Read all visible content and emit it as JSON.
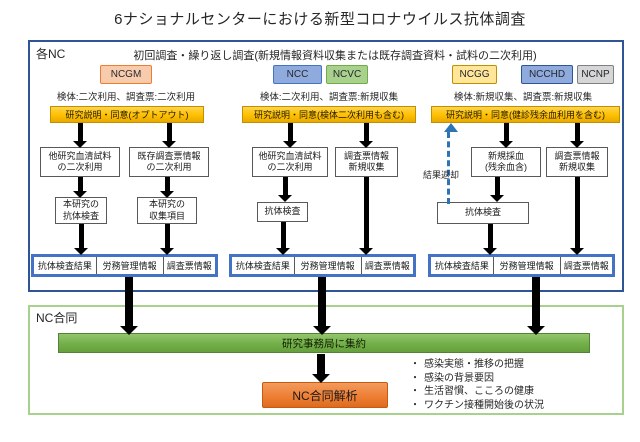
{
  "title": "6ナショナルセンターにおける新型コロナウイルス抗体調査",
  "colors": {
    "each_nc_border": "#2F5597",
    "joint_border": "#A9D18E",
    "consent_bar": "#FFC000",
    "summary_border": "#4472C4",
    "aggregate_bar": "#70AD47",
    "analysis_box": "#ED7D31",
    "feedback_arrow": "#2E74B5",
    "arrow": "#000000",
    "badge_ncgm": "#F8CBAD",
    "badge_ncc": "#8FAADC",
    "badge_ncvc": "#A9D18E",
    "badge_ncgg": "#FFE699",
    "badge_ncchd": "#8FAADC",
    "badge_ncnp": "#D6D6D6"
  },
  "each_nc": {
    "label": "各NC",
    "subtitle": "初回調査・繰り返し調査(新規情報資料収集または既存調査資料・試料の二次利用)",
    "columns": [
      {
        "badges": [
          "NCGM"
        ],
        "note": "検体:二次利用、調査票:二次利用",
        "consent": "研究説明・同意(オプトアウト)",
        "src1": "他研究血清試料\nの二次利用",
        "src2": "既存調査票情報\nの二次利用",
        "mid1": "本研究の\n抗体検査",
        "mid2": "本研究の\n収集項目",
        "outputs": [
          "抗体検査結果",
          "労務管理情報",
          "調査票情報"
        ]
      },
      {
        "badges": [
          "NCC",
          "NCVC"
        ],
        "note": "検体:二次利用、調査票:新規収集",
        "consent": "研究説明・同意(検体二次利用も含む)",
        "src1": "他研究血清試料\nの二次利用",
        "src2": "調査票情報\n新規収集",
        "mid1": "抗体検査",
        "outputs": [
          "抗体検査結果",
          "労務管理情報",
          "調査票情報"
        ]
      },
      {
        "badges": [
          "NCGG",
          "NCCHD",
          "NCNP"
        ],
        "note": "検体:新規収集、調査票:新規収集",
        "consent": "研究説明・同意(健診残余血利用を含む)",
        "feedback": "結果返却",
        "src1": "新規採血\n(残余血含)",
        "src2": "調査票情報\n新規収集",
        "mid1": "抗体検査",
        "outputs": [
          "抗体検査結果",
          "労務管理情報",
          "調査票情報"
        ]
      }
    ]
  },
  "nc_joint": {
    "label": "NC合同",
    "aggregate": "研究事務局に集約",
    "analysis": "NC合同解析",
    "bullet_marker": "・",
    "bullets": [
      "感染実態・推移の把握",
      "感染の背景要因",
      "生活習慣、こころの健康",
      "ワクチン接種開始後の状況"
    ]
  }
}
